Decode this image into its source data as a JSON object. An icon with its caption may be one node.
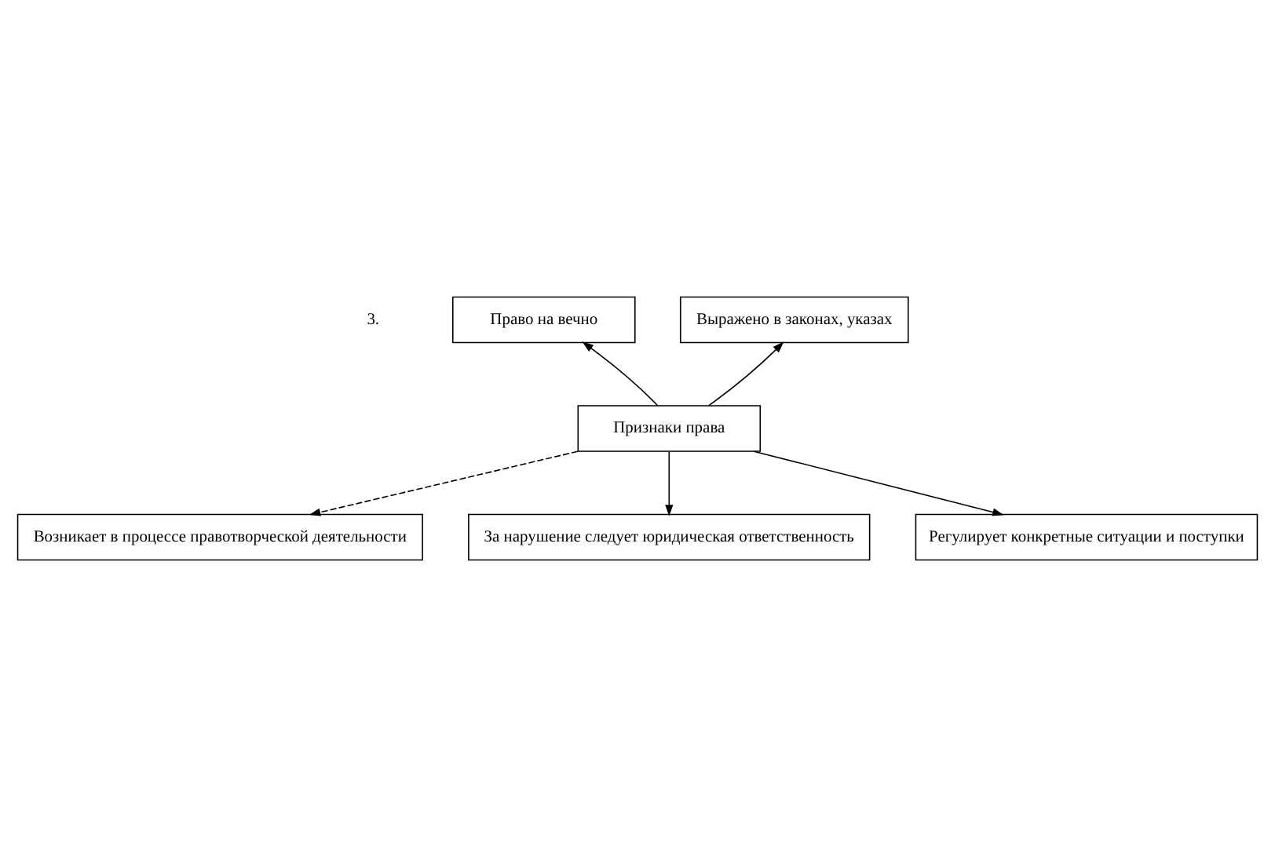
{
  "diagram": {
    "nodes": [
      {
        "text": [
          "Право на вечно"
        ]
      },
      {
        "text": [
          "Выражено в законах, указах"
        ]
      },
      {
        "text": [
          "Признаки права"
        ]
      },
      {
        "text": [
          "Возникает в процессе правотворческой деятельности"
        ]
      },
      {
        "text": [
          "За нарушение следует юридическая ответственность"
        ]
      },
      {
        "text": [
          "Регулирует конкретные ситуации и поступки"
        ]
      }
    ],
    "edges": [
      {
        "from": 2,
        "to": 0,
        "arrow": "to"
      },
      {
        "from": 2,
        "to": 1,
        "arrow": "to"
      },
      {
        "from": 2,
        "to": 3,
        "arrow": "to",
        "style": "dashed"
      },
      {
        "from": 2,
        "to": 4,
        "arrow": "to"
      },
      {
        "from": 2,
        "to": 5,
        "arrow": "to"
      }
    ],
    "labels": [
      "3."
    ]
  }
}
